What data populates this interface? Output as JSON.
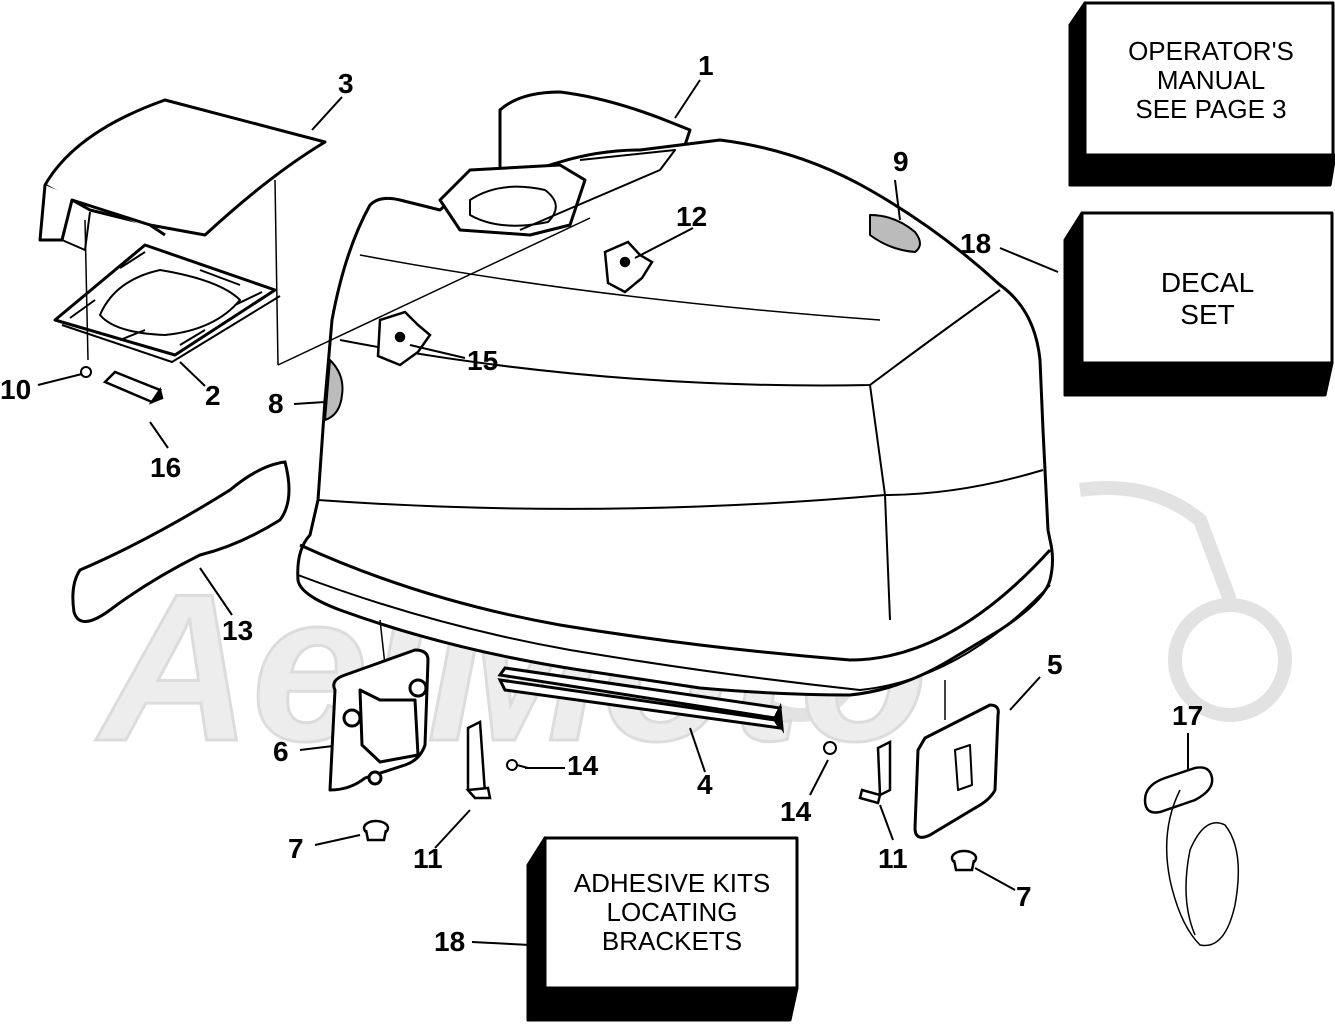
{
  "boxes": {
    "operators_manual": [
      "OPERATOR'S",
      "MANUAL",
      "SEE PAGE  3"
    ],
    "decal_set": [
      "DECAL",
      "SET"
    ],
    "adhesive_kits": [
      "ADHESIVE KITS",
      "LOCATING",
      "BRACKETS"
    ]
  },
  "callouts": {
    "c1": "1",
    "c2": "2",
    "c3": "3",
    "c4": "4",
    "c5": "5",
    "c6": "6",
    "c7a": "7",
    "c7b": "7",
    "c8": "8",
    "c9": "9",
    "c10": "10",
    "c11a": "11",
    "c11b": "11",
    "c12": "12",
    "c13": "13",
    "c14a": "14",
    "c14b": "14",
    "c15": "15",
    "c16": "16",
    "c17": "17",
    "c18a": "18",
    "c18b": "18"
  },
  "watermark": "AeiMoto",
  "colors": {
    "ink": "#000000",
    "paper": "#ffffff",
    "watermark": "#e8e8e8"
  }
}
